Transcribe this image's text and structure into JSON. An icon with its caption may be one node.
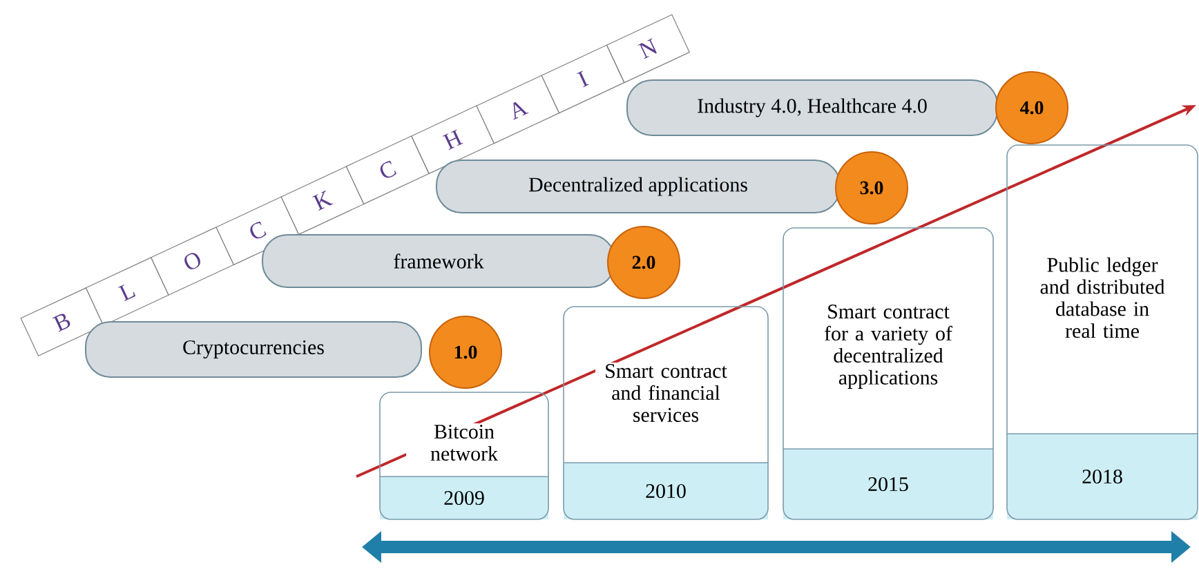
{
  "diagram": {
    "nodes": [
      {
        "text": [
          "Cryptocurrencies"
        ]
      },
      {
        "text": [
          "1.0"
        ]
      },
      {
        "text": [
          "framework"
        ]
      },
      {
        "text": [
          "2.0"
        ]
      },
      {
        "text": [
          "Decentralized applications"
        ]
      },
      {
        "text": [
          "3.0"
        ]
      },
      {
        "text": [
          "Industry 4.0, Healthcare 4.0"
        ]
      },
      {
        "text": [
          "4.0"
        ]
      },
      {
        "text": [
          "Bitcoin network",
          "2009"
        ]
      },
      {
        "text": [
          "Smart contract and financial services",
          "2010"
        ]
      },
      {
        "text": [
          "Smart contract for a variety of decentralized applications",
          "2015"
        ]
      },
      {
        "text": [
          "Public ledger and distributed database in real time",
          "2018"
        ]
      }
    ],
    "labels": [
      "B",
      "L",
      "O",
      "C",
      "K",
      "C",
      "H",
      "A",
      "I",
      "N"
    ]
  }
}
